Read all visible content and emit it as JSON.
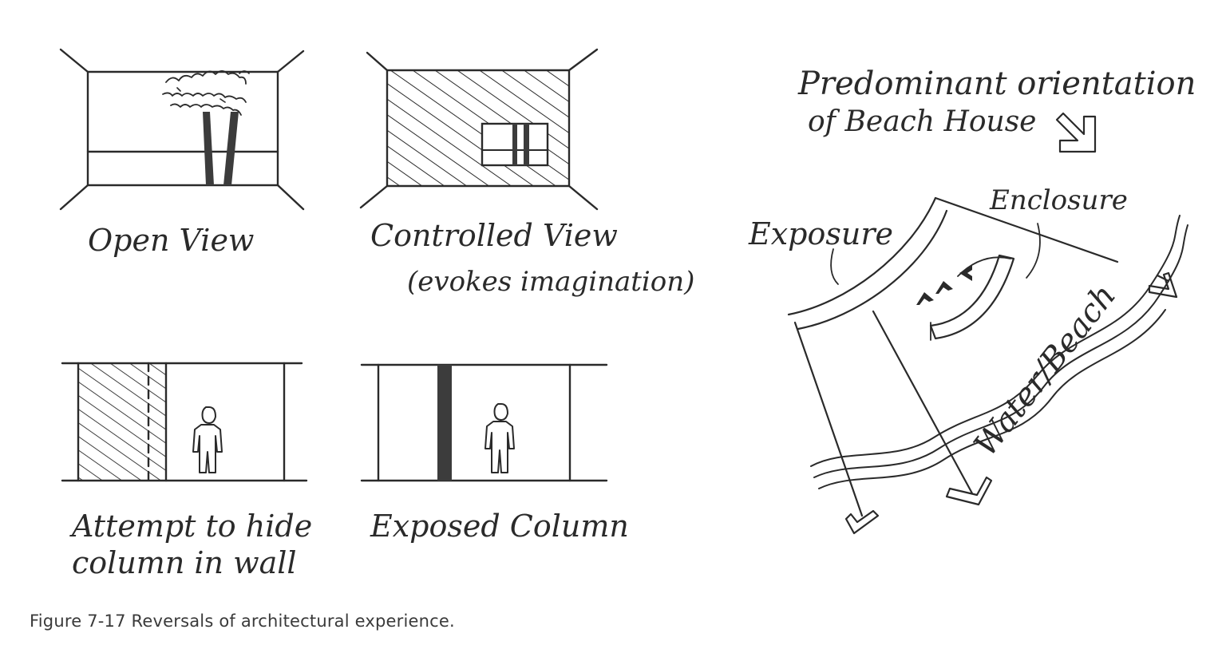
{
  "labels": {
    "open_view": "Open View",
    "controlled_view_1": "Controlled View",
    "controlled_view_2": "(evokes imagination)",
    "attempt_1": "Attempt to hide",
    "attempt_2": "column in wall",
    "exposed_column": "Exposed Column",
    "orientation_1": "Predominant orientation",
    "orientation_2": "of Beach House",
    "exposure": "Exposure",
    "enclosure": "Enclosure",
    "water_beach": "Water/Beach"
  },
  "caption": "Figure 7-17  Reversals of architectural experience.",
  "colors": {
    "ink": "#2a2a2a",
    "caption": "#3a3a3a"
  }
}
